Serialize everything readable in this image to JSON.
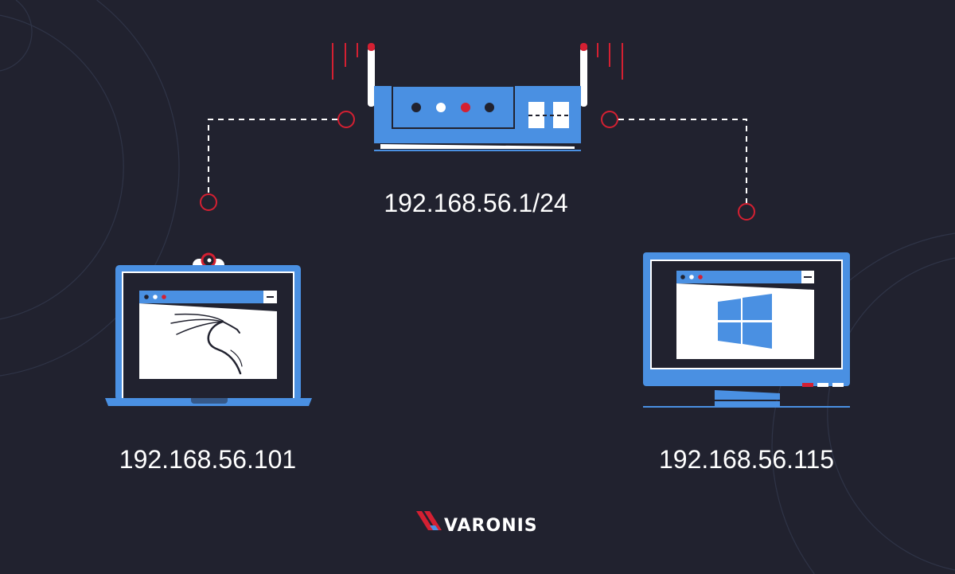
{
  "router": {
    "ip": "192.168.56.1/24"
  },
  "attacker": {
    "ip": "192.168.56.101",
    "os_icon": "kali-dragon-icon"
  },
  "victim": {
    "ip": "192.168.56.115",
    "os_icon": "windows-logo-icon"
  },
  "brand": {
    "name": "VARONIS"
  },
  "colors": {
    "background": "#21222f",
    "blue": "#4a90e2",
    "red": "#d42032",
    "white": "#ffffff"
  }
}
